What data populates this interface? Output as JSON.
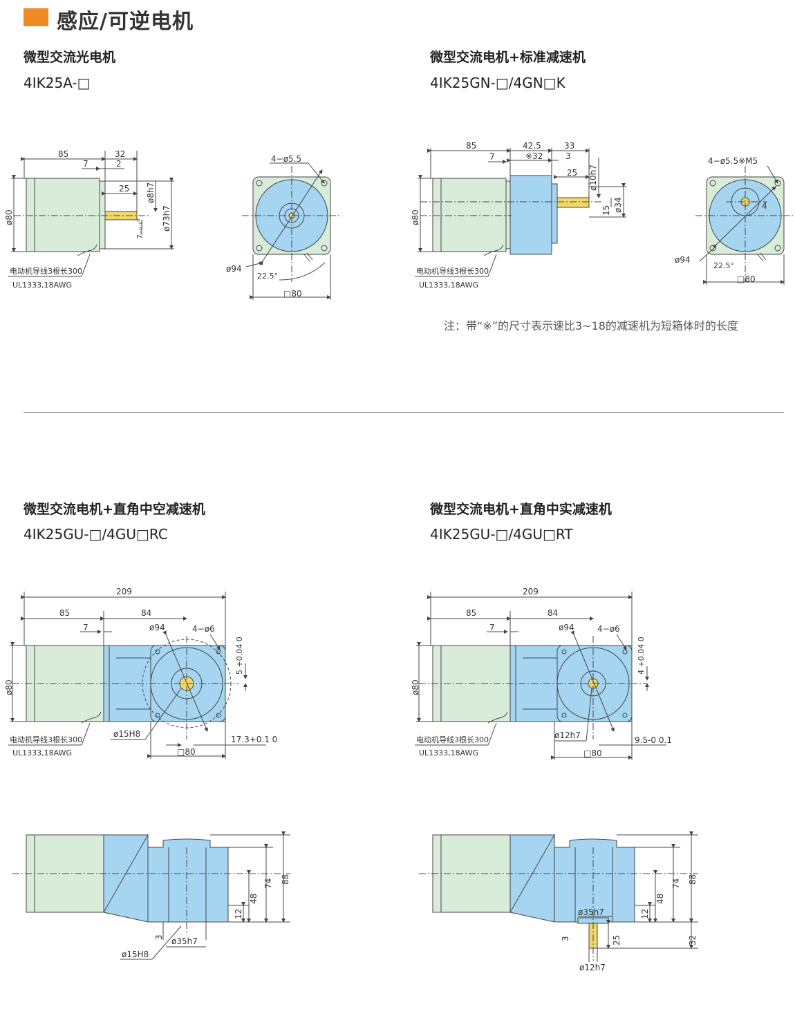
{
  "header": {
    "title": "感应/可逆电机"
  },
  "sections": [
    {
      "title": "微型交流光电机",
      "model": "4IK25A-□"
    },
    {
      "title": "微型交流电机+标准减速机",
      "model": "4IK25GN-□/4GN□K"
    },
    {
      "title": "微型交流电机+直角中空减速机",
      "model": "4IK25GU-□/4GU□RC"
    },
    {
      "title": "微型交流电机+直角中实减速机",
      "model": "4IK25GU-□/4GU□RT"
    }
  ],
  "note": "注：带“※”的尺寸表示速比3~18的减速机为短箱体时的长度",
  "labels": {
    "wire1": "电动机导线3根长300",
    "wire2": "UL1333,18AWG",
    "d85": "85",
    "d32": "32",
    "d7": "7",
    "d2": "2",
    "d25": "25",
    "d8h7": "ø8h7",
    "d73h7": "ø73h7",
    "d80v": "ø80",
    "d7tol": "7₋₀.₁⁰",
    "hole55": "4−ø5.5",
    "d94": "ø94",
    "ang": "22.5°",
    "sq80": "□80",
    "d425": "42.5",
    "d33": "33",
    "x32": "※32",
    "d3": "3",
    "d10h7": "ø10h7",
    "d15": "15",
    "d34": "ø34",
    "hole55m5": "4−ø5.5※M5",
    "d4": "4",
    "d209": "209",
    "d84": "84",
    "hole6": "4−ø6",
    "d5tol": "5 +0.04 0",
    "d4tol": "4 +0.04 0",
    "d15h8": "ø15H8",
    "d173": "17.3+0.1 0",
    "d12h7": "ø12h7",
    "d95": "9.5-0 0.1",
    "d88": "88",
    "d74": "74",
    "d48": "48",
    "d12": "12",
    "d35h7": "ø35h7",
    "d25b": "25",
    "d32b": "32"
  },
  "colors": {
    "motor": "#d9ecd9",
    "gearbox": "#a6d5f2",
    "shaft": "#f2d86a",
    "accent": "#f08a24",
    "line": "#444"
  }
}
